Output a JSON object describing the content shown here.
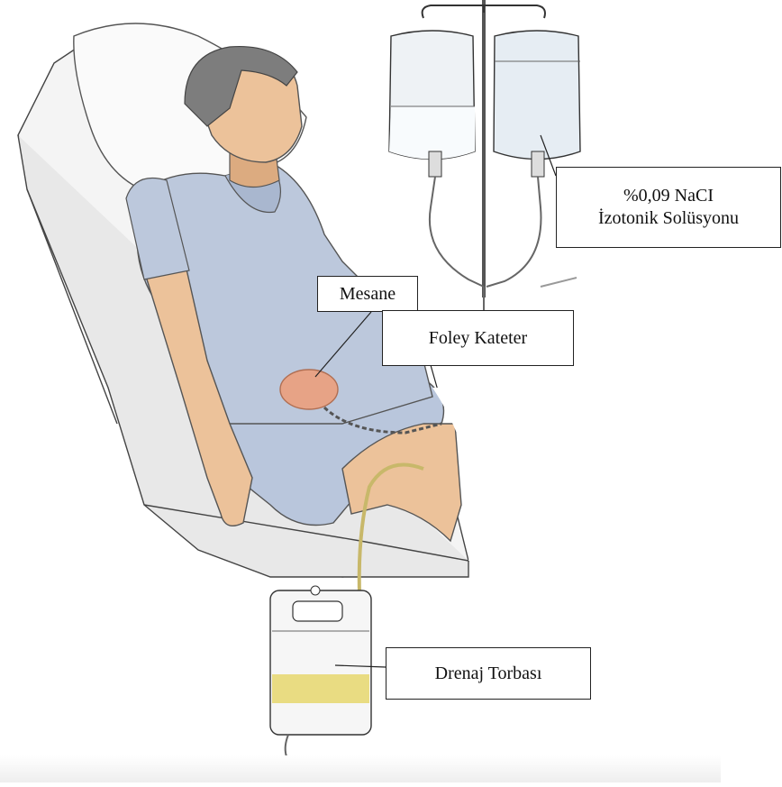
{
  "labels": {
    "nacl_line1": "%0,09 NaCI",
    "nacl_line2": "İzotonik Solüsyonu",
    "mesane": "Mesane",
    "foley": "Foley Kateter",
    "drenaj": "Drenaj Torbası"
  },
  "colors": {
    "gown": "#bcc8dc",
    "gown_shadow": "#95a5c0",
    "skin": "#ecc29a",
    "skin_shadow": "#cf9c74",
    "hair": "#7d7d7d",
    "bladder": "#eba07f",
    "urine": "#e9dc82",
    "chair": "#f2f2f2",
    "outline": "#3a3a3a"
  }
}
